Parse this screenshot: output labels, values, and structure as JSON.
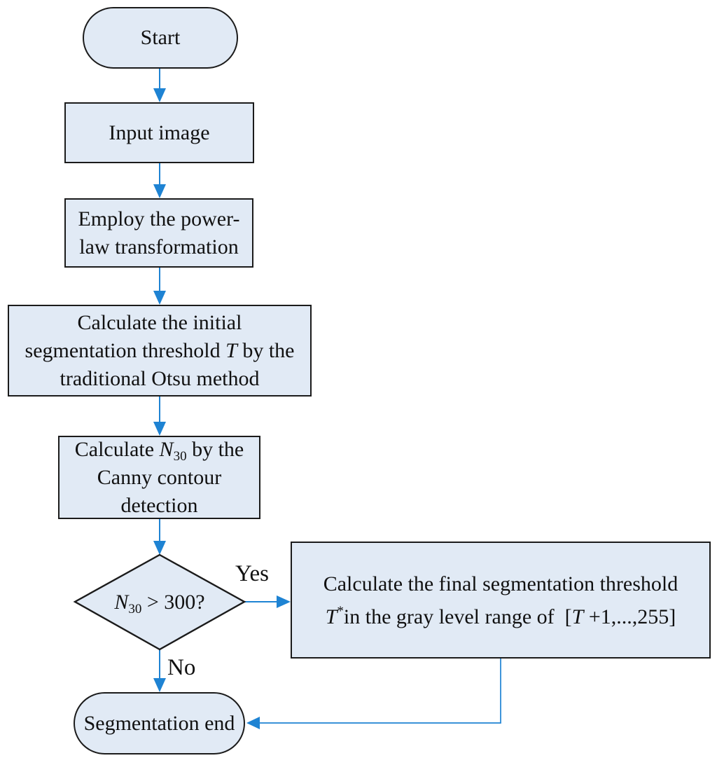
{
  "colors": {
    "node_fill": "#e1eaf5",
    "node_border": "#1b1b1b",
    "arrow_blue": "#1e83d3",
    "text": "#111111"
  },
  "nodes": {
    "start": {
      "label": "Start"
    },
    "input": {
      "label": "Input image"
    },
    "power": {
      "line1": "Employ the power-",
      "line2": "law transformation"
    },
    "otsu": {
      "line1": "Calculate the initial",
      "line2_a": "segmentation threshold ",
      "line2_T": "T",
      "line2_b": " by the",
      "line3": "traditional Otsu method"
    },
    "canny": {
      "line1_a": "Calculate ",
      "line1_N": "N",
      "line1_sub": "30",
      "line1_b": " by the",
      "line2": "Canny contour",
      "line3": "detection"
    },
    "decision": {
      "N": "N",
      "sub": "30",
      "rest": " > 300?"
    },
    "final": {
      "line1": "Calculate the final segmentation threshold",
      "line2_T": "T",
      "line2_sup": "*",
      "line2_a": "in the gray level range of  [",
      "line2_T2": "T",
      "line2_b": " +1,...,255]"
    },
    "end": {
      "label": "Segmentation end"
    }
  },
  "edges": {
    "yes_label": "Yes",
    "no_label": "No"
  }
}
